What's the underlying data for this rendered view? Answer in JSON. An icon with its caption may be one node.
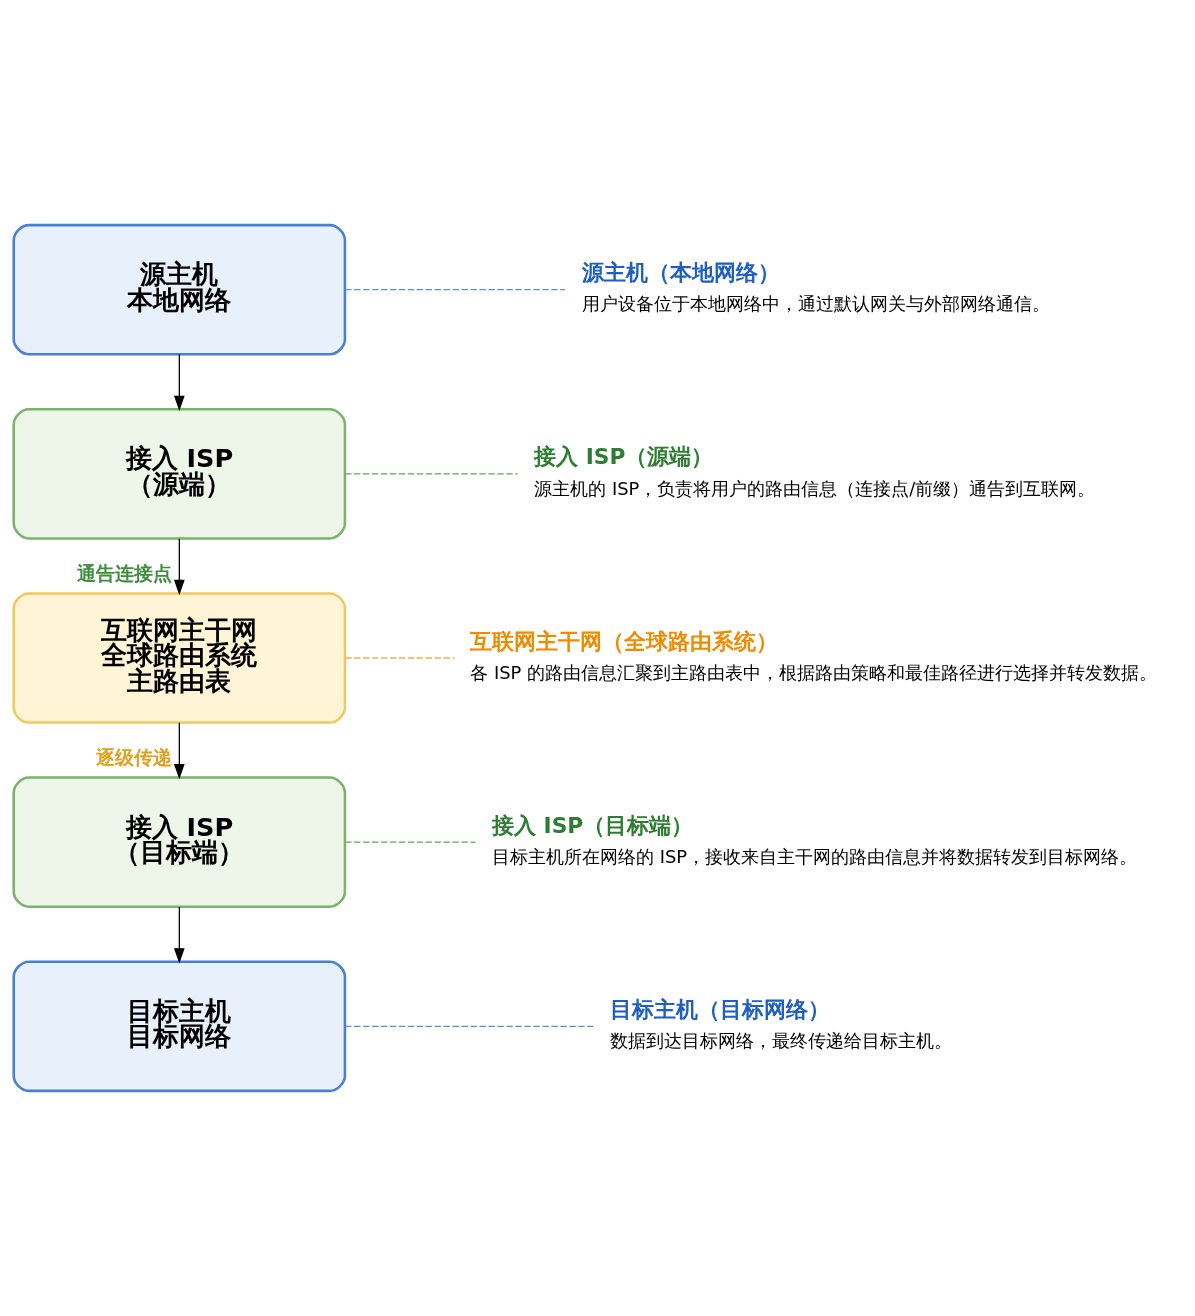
{
  "diagram": {
    "nodes": [
      {
        "text": [
          "源主机",
          "本地网络"
        ]
      },
      {
        "text": [
          "接入 ISP",
          "（源端）"
        ]
      },
      {
        "text": [
          "互联网主干网",
          "全球路由系统",
          "主路由表"
        ]
      },
      {
        "text": [
          "接入 ISP",
          "（目标端）"
        ]
      },
      {
        "text": [
          "目标主机",
          "目标网络"
        ]
      },
      {
        "text": [
          "源主机（本地网络）",
          "用户设备位于本地网络中，通过默认网关与外部网络通信。"
        ]
      },
      {
        "text": [
          "接入 ISP（源端）",
          "源主机的 ISP，负责将用户的路由信息（连接点/前缀）通告到互联网。"
        ]
      },
      {
        "text": [
          "互联网主干网（全球路由系统）",
          "各 ISP 的路由信息汇聚到主路由表中，根据路由策略和最佳路径进行选择并转发数据。"
        ]
      },
      {
        "text": [
          "接入 ISP（目标端）",
          "目标主机所在网络的 ISP，接收来自主干网的路由信息并将数据转发到目标网络。"
        ]
      },
      {
        "text": [
          "目标主机（目标网络）",
          "数据到达目标网络，最终传递给目标主机。"
        ]
      }
    ],
    "edges": [
      {
        "from": 0,
        "to": 1,
        "arrow": "to"
      },
      {
        "from": 1,
        "to": 2,
        "arrow": "to",
        "label": "通告连接点"
      },
      {
        "from": 2,
        "to": 3,
        "arrow": "to",
        "label": "逐级传递"
      },
      {
        "from": 3,
        "to": 4,
        "arrow": "to"
      },
      {
        "from": 0,
        "to": 5,
        "arrow": "none",
        "style": "dashed",
        "color": "#5b8ed8"
      },
      {
        "from": 1,
        "to": 6,
        "arrow": "none",
        "style": "dashed",
        "color": "#6aa45a"
      },
      {
        "from": 2,
        "to": 7,
        "arrow": "none",
        "style": "dashed",
        "color": "#f0b050"
      },
      {
        "from": 3,
        "to": 8,
        "arrow": "none",
        "style": "dashed",
        "color": "#6aa45a"
      },
      {
        "from": 4,
        "to": 9,
        "arrow": "none",
        "style": "dashed",
        "color": "#5b8ed8"
      }
    ]
  }
}
